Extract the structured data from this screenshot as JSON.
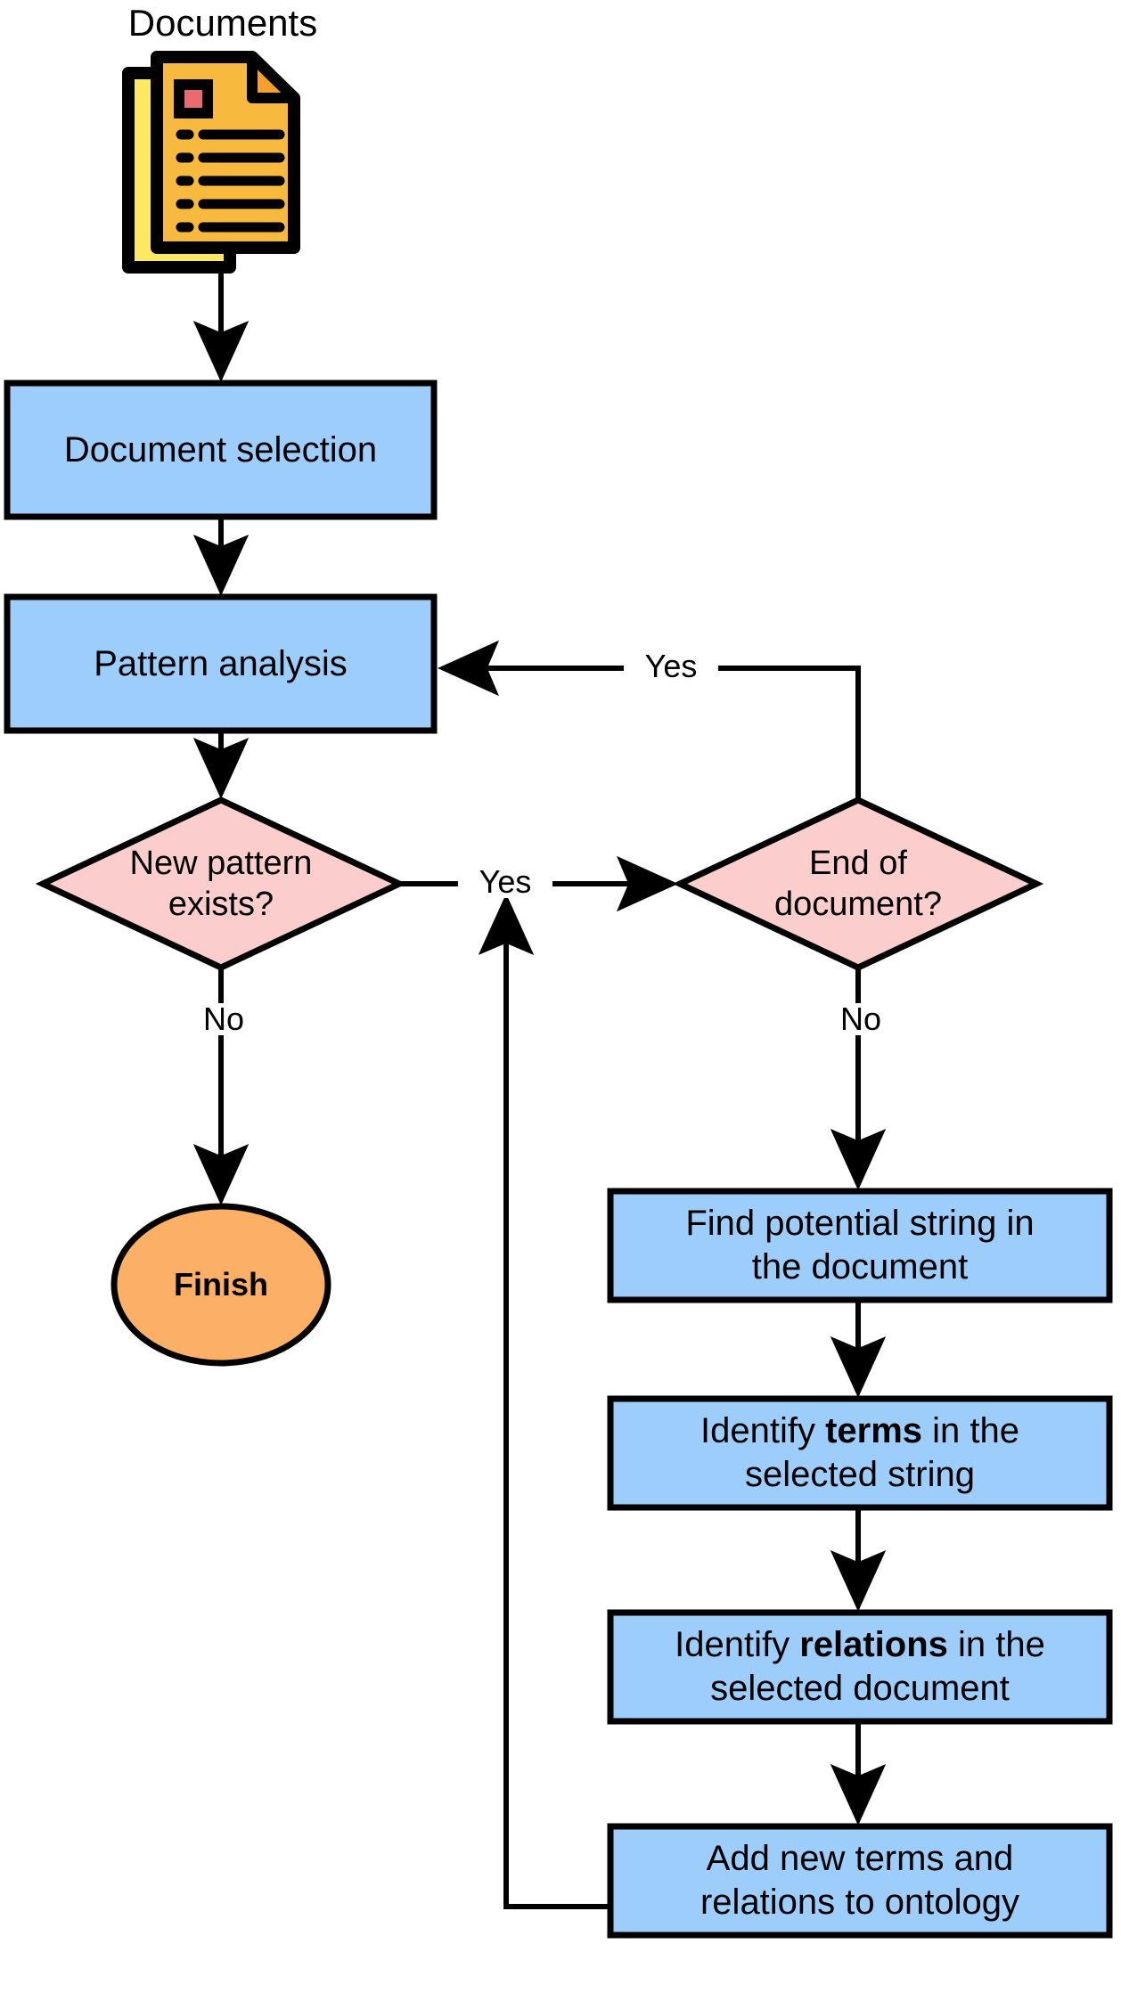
{
  "diagram": {
    "title": "Documents",
    "type": "flowchart",
    "background": "#ffffff",
    "colors": {
      "process_fill": "#9dcdfa",
      "decision_fill": "#fbcdcd",
      "terminal_fill": "#fbb066",
      "stroke": "#000000",
      "doc_front_fill": "#f7b93e",
      "doc_back_fill": "#fbe95f",
      "doc_accent_fill": "#ea6a6f",
      "doc_fold_fill": "#f5a02d"
    }
  },
  "nodes": {
    "documents_icon": {
      "label": "Documents",
      "icon": "documents-stack-icon"
    },
    "document_selection": {
      "label": "Document selection",
      "shape": "process"
    },
    "pattern_analysis": {
      "label": "Pattern analysis",
      "shape": "process"
    },
    "new_pattern_exists": {
      "label": "New pattern\nexists?",
      "line1": "New pattern",
      "line2": "exists?",
      "shape": "decision"
    },
    "end_of_document": {
      "label": "End of\ndocument?",
      "line1": "End of",
      "line2": "document?",
      "shape": "decision"
    },
    "finish": {
      "label": "Finish",
      "shape": "terminal"
    },
    "find_potential_string": {
      "label": "Find potential string in\nthe document",
      "line1": "Find potential string in",
      "line2": "the document",
      "shape": "process"
    },
    "identify_terms": {
      "prefix": "Identify ",
      "emphasis": "terms",
      "suffix": " in the",
      "line2": "selected string",
      "label": "Identify terms in the selected string",
      "shape": "process"
    },
    "identify_relations": {
      "prefix": "Identify ",
      "emphasis": "relations",
      "suffix": " in the",
      "line2": "selected document",
      "label": "Identify relations in the selected document",
      "shape": "process"
    },
    "add_new_terms": {
      "label": "Add new terms and\nrelations to ontology",
      "line1": "Add new terms and",
      "line2": "relations to ontology",
      "shape": "process"
    }
  },
  "edges": {
    "documents_to_selection": {
      "label": ""
    },
    "selection_to_pattern": {
      "label": ""
    },
    "pattern_to_newpattern": {
      "label": ""
    },
    "newpattern_yes": {
      "label": "Yes"
    },
    "newpattern_no": {
      "label": "No"
    },
    "endofdoc_yes": {
      "label": "Yes"
    },
    "endofdoc_no": {
      "label": "No"
    },
    "string_to_terms": {
      "label": ""
    },
    "terms_to_relations": {
      "label": ""
    },
    "relations_to_add": {
      "label": ""
    },
    "add_to_endofdoc": {
      "label": ""
    }
  }
}
